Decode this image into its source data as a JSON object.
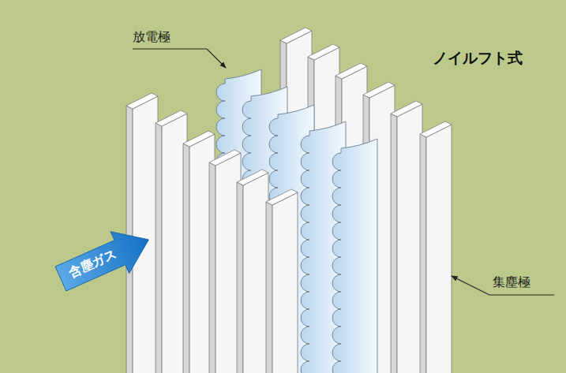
{
  "diagram": {
    "title": "ノイルフト式",
    "labels": [
      "放電極",
      "含塵ガス",
      "集塵極"
    ]
  }
}
